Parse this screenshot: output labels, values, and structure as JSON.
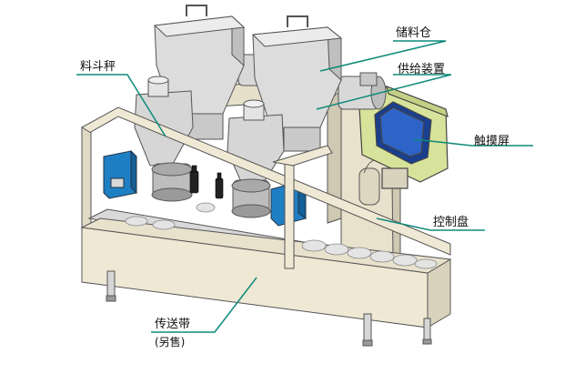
{
  "labels": {
    "storage_bin": "储料仓",
    "feeding_device": "供给装置",
    "hopper_scale": "料斗秤",
    "touch_screen": "触摸屏",
    "control_panel": "控制盘",
    "conveyor": "传送带",
    "conveyor_note": "(另售)"
  },
  "colors": {
    "frame_fill": "#efe8d4",
    "frame_stroke": "#555555",
    "metal_fill": "#d8d8d8",
    "metal_dark": "#9a9a9a",
    "motor_blue": "#1f7fc4",
    "screen_frame": "#d7e39a",
    "screen_blue": "#1b3f8f",
    "leader_teal": "#0d8a7a"
  }
}
